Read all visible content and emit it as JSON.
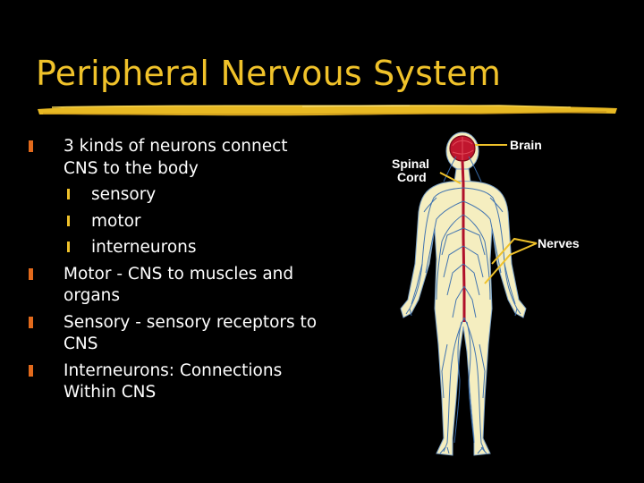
{
  "slide": {
    "title": "Peripheral Nervous System",
    "bullets": [
      {
        "level": 1,
        "text": "3 kinds of neurons connect CNS to the body"
      },
      {
        "level": 2,
        "text": "sensory"
      },
      {
        "level": 2,
        "text": "motor"
      },
      {
        "level": 2,
        "text": "interneurons"
      },
      {
        "level": 1,
        "text": "Motor  - CNS to muscles and organs"
      },
      {
        "level": 1,
        "text": "Sensory  - sensory receptors to CNS"
      },
      {
        "level": 1,
        "text": "Interneurons:  Connections Within CNS"
      }
    ]
  },
  "figure": {
    "labels": {
      "brain": "Brain",
      "spinal_cord_line1": "Spinal",
      "spinal_cord_line2": "Cord",
      "nerves": "Nerves"
    }
  },
  "colors": {
    "background": "#000000",
    "title": "#F0C22A",
    "bullet_level1": "#E26A1C",
    "bullet_level2": "#F0C22A",
    "body_fill": "#F5EEC0",
    "nerve_blue": "#3A6FB0",
    "spinal_red": "#B0102A",
    "pointer_line": "#F0C22A"
  },
  "icons": {
    "level1_marker": "orange-bar-bullet-icon",
    "level2_marker": "yellow-bar-bullet-icon"
  }
}
